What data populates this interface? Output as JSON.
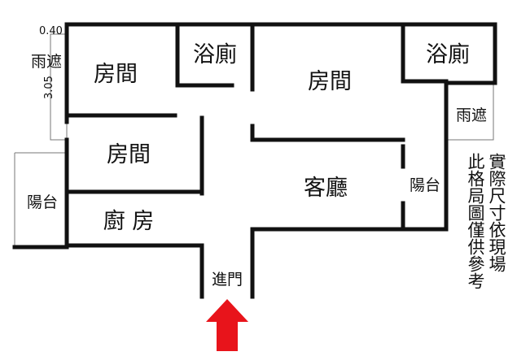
{
  "plan": {
    "rooms": {
      "bedroom_top_left": "房間",
      "bathroom_1": "浴廁",
      "bedroom_top_center": "房間",
      "bathroom_2": "浴廁",
      "bedroom_mid_left": "房間",
      "living_room": "客廳",
      "kitchen": "廚 房",
      "balcony_left": "陽台",
      "balcony_right": "陽台",
      "awning_left": "雨遮",
      "awning_right": "雨遮",
      "entrance": "進門"
    },
    "dimensions": {
      "depth": "0.40",
      "width": "3.05"
    },
    "note": {
      "col1": "實際尺寸依現場",
      "col2": "此格局圖僅供參考"
    },
    "colors": {
      "wall": "#111111",
      "arrow": "#e8141b",
      "background": "#ffffff"
    }
  }
}
